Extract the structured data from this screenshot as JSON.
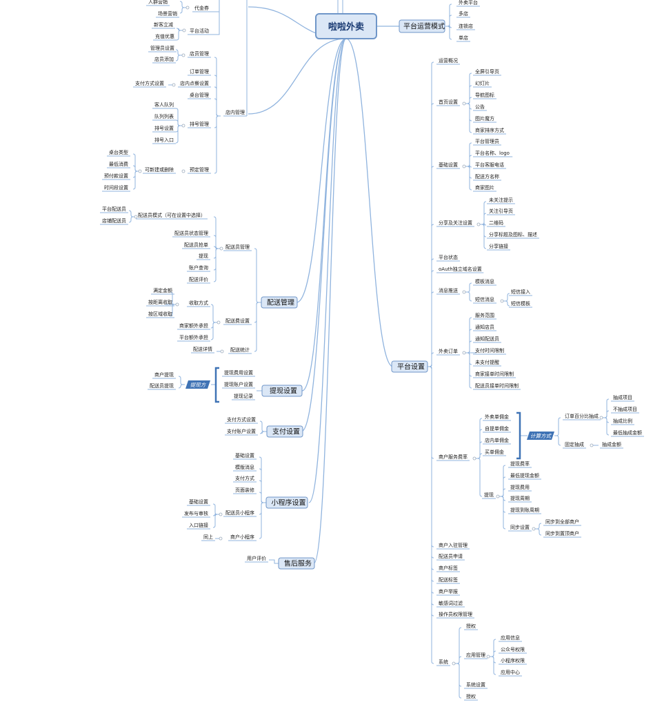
{
  "root": "啦啦外卖",
  "platform_mode": {
    "label": "平台运营模式",
    "items": [
      "外卖平台",
      "多店",
      "连锁店",
      "单店"
    ]
  },
  "left": {
    "marketing_partial": {
      "groups": [
        {
          "label": "代金券",
          "items": [
            "人群营销",
            "场景营销"
          ]
        },
        {
          "label": "平台活动",
          "items": [
            "新客立减",
            "充值优惠"
          ]
        }
      ]
    },
    "store": {
      "label": "店内管理",
      "groups": [
        {
          "label": "店员管理",
          "items": [
            "管理员设置",
            "店员添加"
          ]
        },
        {
          "label": "订单管理",
          "items": []
        },
        {
          "label": "店内点餐设置",
          "items": [
            "支付方式设置"
          ]
        },
        {
          "label": "桌台管理",
          "items": []
        },
        {
          "label": "排号管理",
          "items": [
            "客人队列",
            "队列列表",
            "排号设置",
            "排号入口"
          ]
        },
        {
          "label": "预定管理",
          "sub": "可新建或删除",
          "items": [
            "桌台类型",
            "最低消费",
            "预付款设置",
            "时间段设置"
          ]
        }
      ]
    },
    "delivery": {
      "label": "配送管理",
      "groups": [
        {
          "label": "配送员管理",
          "items": [
            "配送员模式（可在设置中选择）",
            "配送员状态管理",
            "配送员抢单",
            "提现",
            "账户查询",
            "配送评价"
          ],
          "mode_items": [
            "平台配送员",
            "店铺配送员"
          ]
        },
        {
          "label": "配送费设置",
          "items": [
            "收取方式",
            "商家额外承担",
            "平台额外承担"
          ],
          "charge_items": [
            "满定金额",
            "按距离收取",
            "按区域收取"
          ]
        },
        {
          "label": "配送统计",
          "items": [
            "配送详情"
          ]
        }
      ]
    },
    "withdraw": {
      "label": "提现设置",
      "tag": "提现方",
      "tag_items": [
        "商户提现",
        "配送员提现"
      ],
      "items": [
        "提现费用设置",
        "提现账户设置",
        "提现记录"
      ]
    },
    "payment": {
      "label": "支付设置",
      "items": [
        "支付方式设置",
        "支付账户设置"
      ]
    },
    "miniprogram": {
      "label": "小程序设置",
      "items": [
        "基础设置",
        "模版消息",
        "支付方式",
        "页面装修"
      ],
      "groups": [
        {
          "label": "配送员小程序",
          "items": [
            "基础设置",
            "发布与审核",
            "入口链接"
          ]
        },
        {
          "label": "商户小程序",
          "items": [
            "同上"
          ]
        }
      ]
    },
    "aftersales": {
      "label": "售后服务",
      "items": [
        "用户评价"
      ]
    }
  },
  "platform_settings": {
    "label": "平台设置",
    "top_items": [
      "运营概况"
    ],
    "home": {
      "label": "首页设置",
      "items": [
        "全屏引导页",
        "幻灯片",
        "导航图标",
        "公告",
        "图片魔方",
        "商家排序方式"
      ]
    },
    "basic": {
      "label": "基础设置",
      "items": [
        "平台管理员",
        "平台名称、logo",
        "平台客服电话",
        "配送方名称",
        "商家图片"
      ]
    },
    "share": {
      "label": "分享及关注设置",
      "items": [
        "未关注提示",
        "关注引导页",
        "二维码",
        "分享标题及图标、描述",
        "分享链接"
      ]
    },
    "mid_items": [
      "平台状态",
      "oAuth独立域名设置"
    ],
    "message": {
      "label": "消息推送",
      "items": [
        "模板消息",
        "短信消息"
      ],
      "sms_items": [
        "短信接入",
        "短信模板"
      ]
    },
    "takeout": {
      "label": "外卖订单",
      "items": [
        "服务范围",
        "通知店员",
        "通知配送员",
        "支付时间限制",
        "未支付提醒",
        "商家接单时间限制",
        "配送员接单时间限制"
      ]
    },
    "fee": {
      "label": "商户服务费率",
      "commission_items": [
        "外卖单佣金",
        "自提单佣金",
        "店内单佣金",
        "买单佣金"
      ],
      "calc_tag": "计算方式",
      "calc_methods": [
        "订单百分比抽成",
        "固定抽成"
      ],
      "percent_items": [
        "抽成项目",
        "不抽成项目",
        "抽成比例",
        "最低抽成金额"
      ],
      "fixed_items": [
        "抽成金额"
      ],
      "withdraw": {
        "label": "提现",
        "items": [
          "提现费率",
          "最低提现金额",
          "提现费用",
          "提现周期",
          "提现到账周期",
          "同步设置"
        ],
        "sync_items": [
          "同步到全部商户",
          "同步到置顶商户"
        ]
      }
    },
    "bottom_items": [
      "商户入驻管理",
      "配送员申请",
      "商户标签",
      "配送标签",
      "商户举报",
      "敏感词过滤",
      "操作员权限管理"
    ],
    "system": {
      "label": "系统",
      "items": [
        "授权",
        "应用管理",
        "系统设置",
        "授权"
      ],
      "app_items": [
        "应用信息",
        "公众号权限",
        "小程序权限",
        "应用中心"
      ]
    }
  },
  "colors": {
    "line": "#8fb3de",
    "node_fill": "#dbe7f6",
    "node_stroke": "#6f96c8",
    "tag": "#3f73b5"
  }
}
